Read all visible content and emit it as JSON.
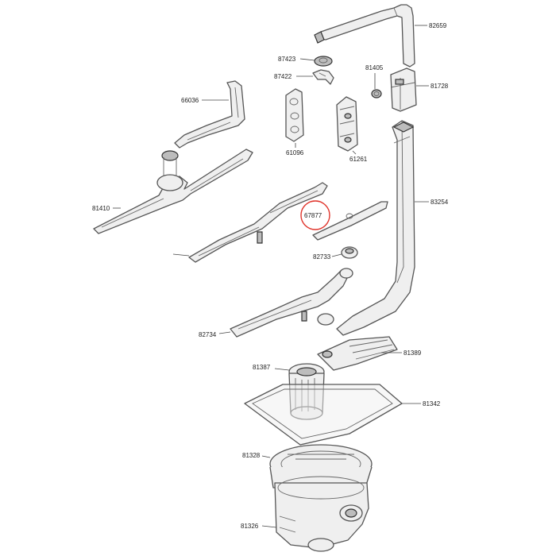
{
  "labels": {
    "p82659": "82659",
    "p87423": "87423",
    "p87422": "87422",
    "p81405": "81405",
    "p81728": "81728",
    "p66036": "66036",
    "p61096": "61096",
    "p61261": "61261",
    "p81410": "81410",
    "p83254": "83254",
    "p67877": "67877",
    "p82733": "82733",
    "p82734": "82734",
    "p81389": "81389",
    "p81387": "81387",
    "p81342": "81342",
    "p81328": "81328",
    "p81326": "81326"
  },
  "highlight": {
    "part": "67877",
    "color": "#e0342b"
  }
}
